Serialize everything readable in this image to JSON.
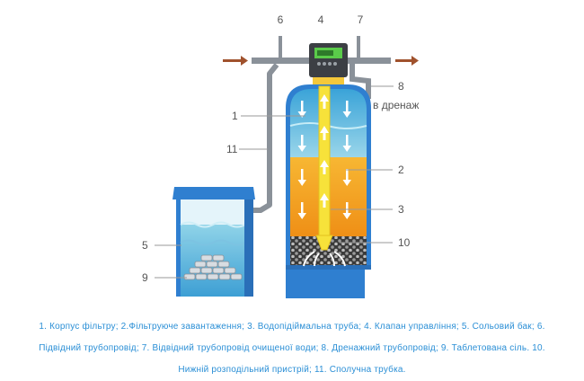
{
  "diagram": {
    "callouts": {
      "n1": "1",
      "n2": "2",
      "n3": "3",
      "n4": "4",
      "n5": "5",
      "n6": "6",
      "n7": "7",
      "n8": "8",
      "n9": "9",
      "n10": "10",
      "n11": "11"
    },
    "drain_label": "в дренаж"
  },
  "caption": {
    "line1": "1. Корпус фільтру; 2.Фільтруюче завантаження; 3. Водопідіймальна труба; 4. Клапан управління; 5. Сольовий бак; 6.",
    "line2": "Підвідний трубопровід; 7. Відвідний трубопровід очищеної води; 8. Дренажний трубопровід; 9. Таблетована сіль. 10.",
    "line3": "Нижній розподільний пристрій; 11. Сполучна трубка."
  },
  "colors": {
    "tank_blue": "#2f7fd0",
    "water_top": "#8fd3e8",
    "media_orange": "#f2a623",
    "riser_yellow": "#f7e23a",
    "arrow_brown": "#a0522d",
    "caption_blue": "#2b8fd6"
  }
}
